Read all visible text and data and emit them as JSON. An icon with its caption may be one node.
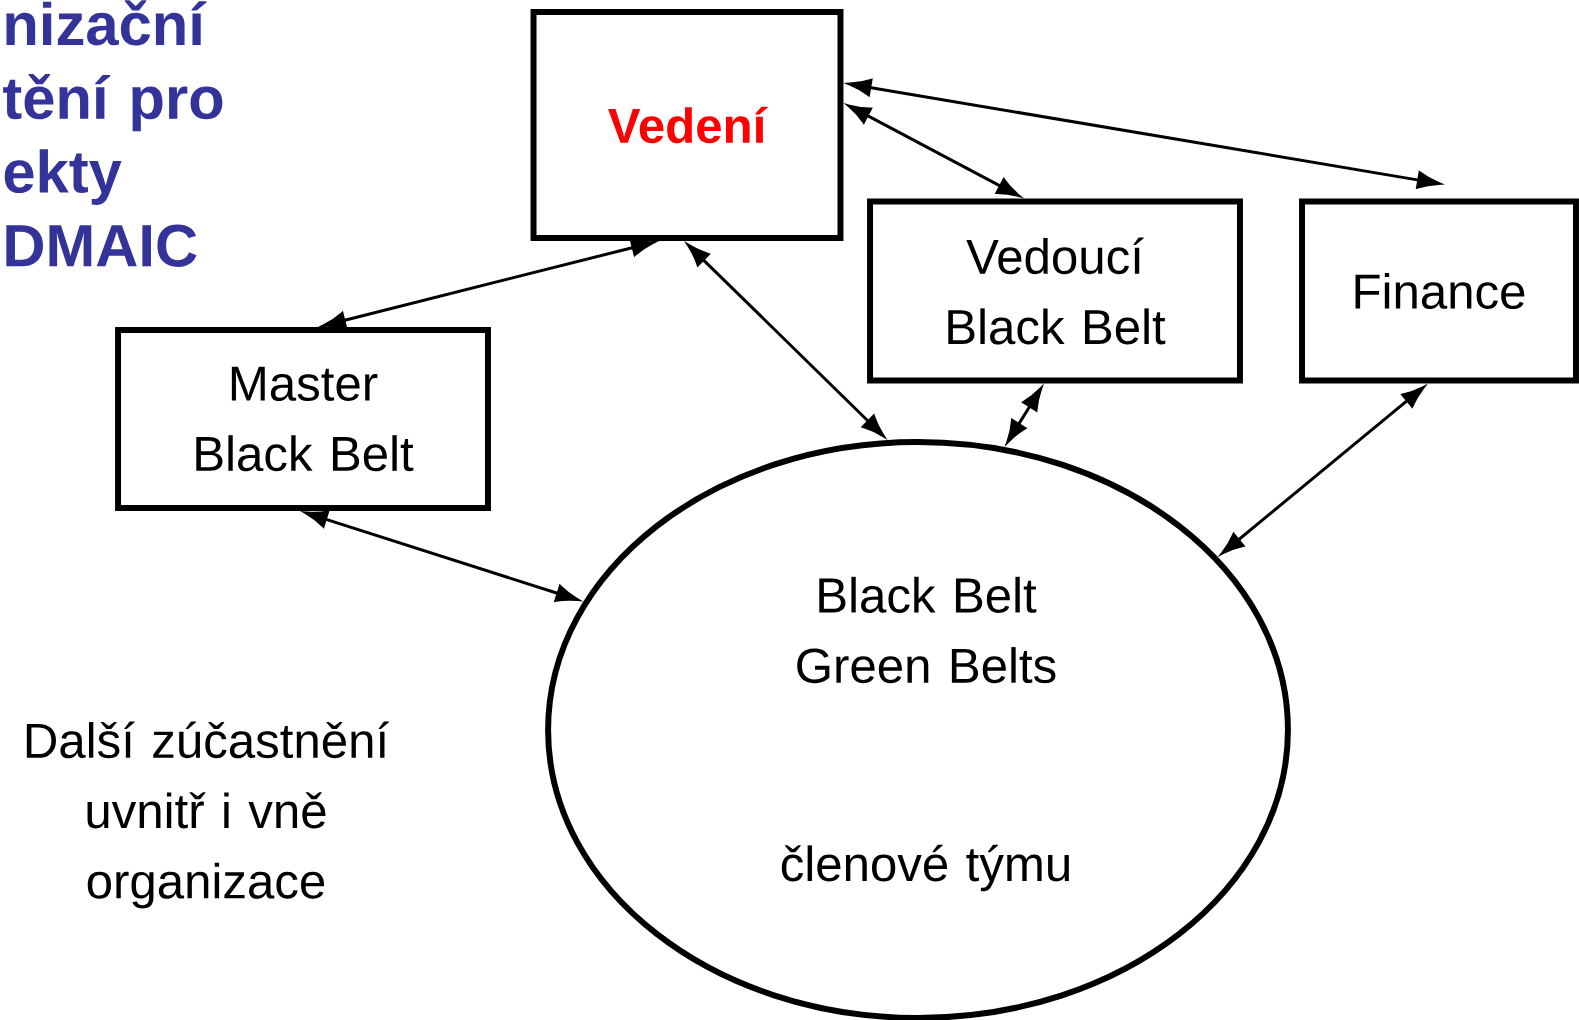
{
  "diagram": {
    "title": "nizační tění pro ekty DMAIC",
    "nodes": [
      {
        "text": [
          "Vedení"
        ]
      },
      {
        "text": [
          "Master Black Belt"
        ]
      },
      {
        "text": [
          "Vedoucí Black Belt"
        ]
      },
      {
        "text": [
          "Finance"
        ]
      },
      {
        "text": [
          "Black Belt Green Belts",
          "členové týmu"
        ]
      }
    ],
    "edges": [
      {
        "from": 0,
        "to": 2,
        "arrow": "both"
      },
      {
        "from": 0,
        "to": 3,
        "arrow": "both"
      },
      {
        "from": 0,
        "to": 1,
        "arrow": "both"
      },
      {
        "from": 0,
        "to": 4,
        "arrow": "both"
      },
      {
        "from": 2,
        "to": 4,
        "arrow": "both"
      },
      {
        "from": 3,
        "to": 4,
        "arrow": "both"
      },
      {
        "from": 1,
        "to": 4,
        "arrow": "both"
      }
    ],
    "labels": [
      "Další zúčastnění uvnitř i vně organizace"
    ]
  }
}
